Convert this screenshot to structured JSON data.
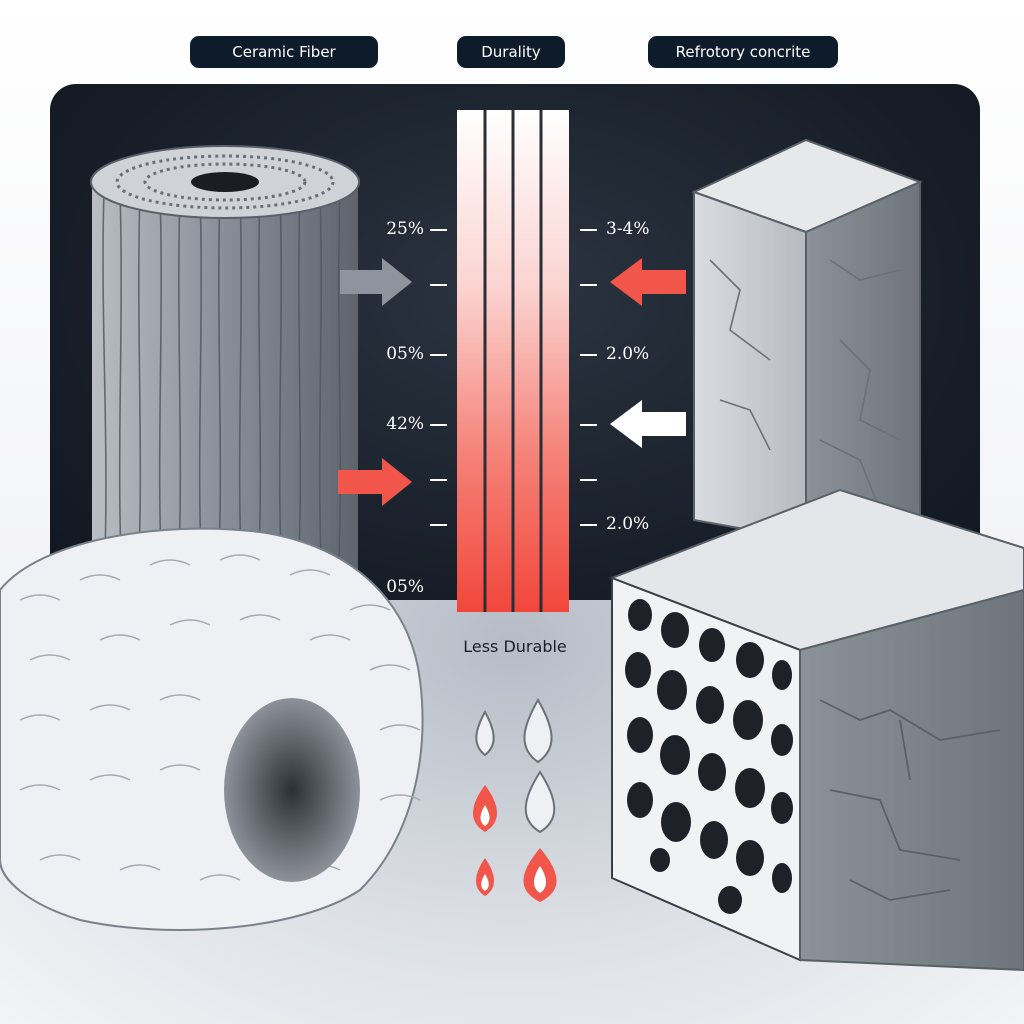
{
  "headers": {
    "ceramic": "Ceramic Fiber",
    "durality": "Durality",
    "refractory": "Refrotory concrite"
  },
  "scale": {
    "left_labels": [
      "25%",
      "05%",
      "42%",
      "05%"
    ],
    "right_labels": [
      "3-4%",
      "2.0%",
      "2.0%"
    ],
    "bottom_label": "Less Durable"
  },
  "colors": {
    "panel": "#161d27",
    "accent_red": "#f2564a",
    "fiber_gray": "#8d939c",
    "concrete_gray": "#9aa0a8",
    "header_bg": "#0e1b2a"
  },
  "icons": [
    "arrow-right-icon",
    "arrow-left-icon",
    "water-drop-icon",
    "flame-drop-icon"
  ]
}
